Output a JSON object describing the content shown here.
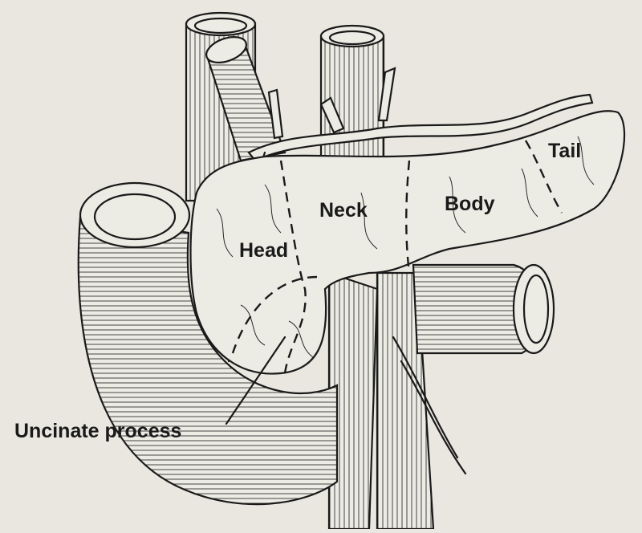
{
  "labels": {
    "head": "Head",
    "neck": "Neck",
    "body": "Body",
    "tail": "Tail",
    "uncinate": "Uncinate process"
  },
  "colors": {
    "background": "#e9e7e0",
    "ink": "#1a1a1a"
  }
}
